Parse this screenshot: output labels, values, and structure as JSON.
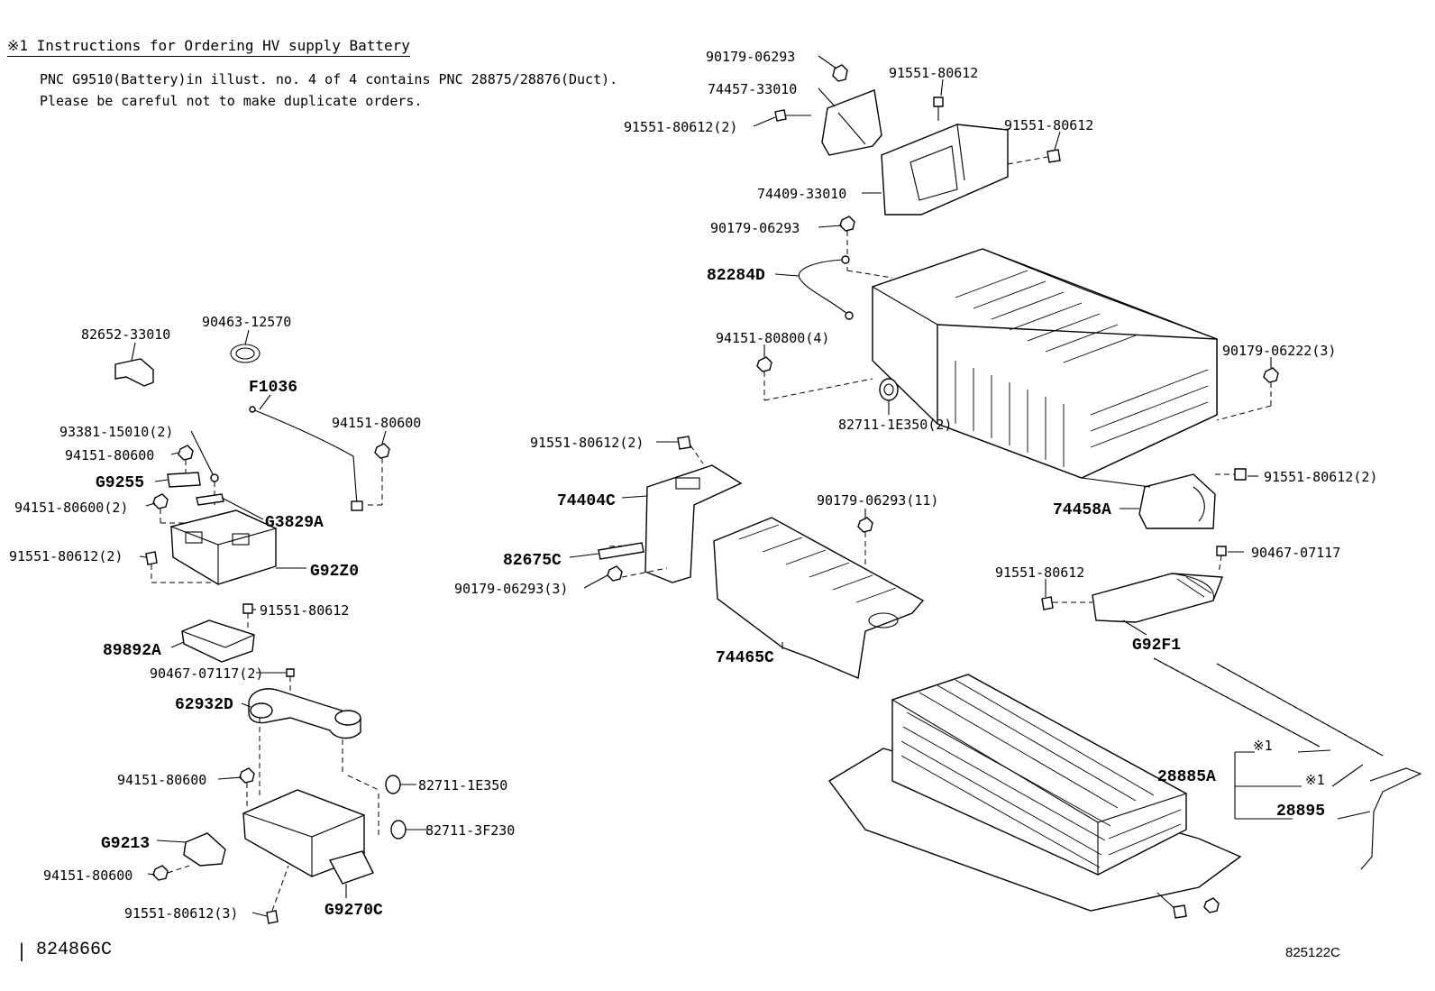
{
  "notes": {
    "heading": "※1 Instructions for Ordering HV supply Battery",
    "line1": "PNC G9510(Battery)in illust. no. 4 of 4 contains PNC 28875/28876(Duct).",
    "line2": "Please be careful not to make duplicate orders."
  },
  "labels": [
    {
      "text": "90179-06293",
      "style": "reg"
    },
    {
      "text": "74457-33010",
      "style": "reg"
    },
    {
      "text": "91551-80612",
      "style": "reg"
    },
    {
      "text": "91551-80612(2)",
      "style": "reg"
    },
    {
      "text": "91551-80612",
      "style": "reg"
    },
    {
      "text": "74409-33010",
      "style": "reg"
    },
    {
      "text": "90179-06293",
      "style": "reg"
    },
    {
      "text": "82284D",
      "style": "bold"
    },
    {
      "text": "94151-80800(4)",
      "style": "reg"
    },
    {
      "text": "90179-06222(3)",
      "style": "reg"
    },
    {
      "text": "82711-1E350(2)",
      "style": "reg"
    },
    {
      "text": "82652-33010",
      "style": "reg"
    },
    {
      "text": "90463-12570",
      "style": "reg"
    },
    {
      "text": "F1036",
      "style": "bold"
    },
    {
      "text": "94151-80600",
      "style": "reg"
    },
    {
      "text": "93381-15010(2)",
      "style": "reg"
    },
    {
      "text": "94151-80600",
      "style": "reg"
    },
    {
      "text": "G9255",
      "style": "bold"
    },
    {
      "text": "94151-80600(2)",
      "style": "reg"
    },
    {
      "text": "G3829A",
      "style": "bold"
    },
    {
      "text": "91551-80612(2)",
      "style": "reg"
    },
    {
      "text": "G92Z0",
      "style": "bold"
    },
    {
      "text": "91551-80612",
      "style": "reg"
    },
    {
      "text": "89892A",
      "style": "bold"
    },
    {
      "text": "90467-07117(2)",
      "style": "reg"
    },
    {
      "text": "62932D",
      "style": "bold"
    },
    {
      "text": "94151-80600",
      "style": "reg"
    },
    {
      "text": "82711-1E350",
      "style": "reg"
    },
    {
      "text": "82711-3F230",
      "style": "reg"
    },
    {
      "text": "G9213",
      "style": "bold"
    },
    {
      "text": "94151-80600",
      "style": "reg"
    },
    {
      "text": "G9270C",
      "style": "bold"
    },
    {
      "text": "91551-80612(3)",
      "style": "reg"
    },
    {
      "text": "91551-80612(2)",
      "style": "reg"
    },
    {
      "text": "74404C",
      "style": "bold"
    },
    {
      "text": "82675C",
      "style": "bold"
    },
    {
      "text": "90179-06293(3)",
      "style": "reg"
    },
    {
      "text": "90179-06293(11)",
      "style": "reg"
    },
    {
      "text": "74465C",
      "style": "bold"
    },
    {
      "text": "91551-80612(2)",
      "style": "reg"
    },
    {
      "text": "74458A",
      "style": "bold"
    },
    {
      "text": "90467-07117",
      "style": "reg"
    },
    {
      "text": "91551-80612",
      "style": "reg"
    },
    {
      "text": "G92F1",
      "style": "bold"
    },
    {
      "text": "※1",
      "style": "reg"
    },
    {
      "text": "28885A",
      "style": "bold"
    },
    {
      "text": "※1",
      "style": "reg"
    },
    {
      "text": "28895",
      "style": "bold"
    }
  ],
  "footer": {
    "left_id": "824866C",
    "right_id": "825122C"
  }
}
